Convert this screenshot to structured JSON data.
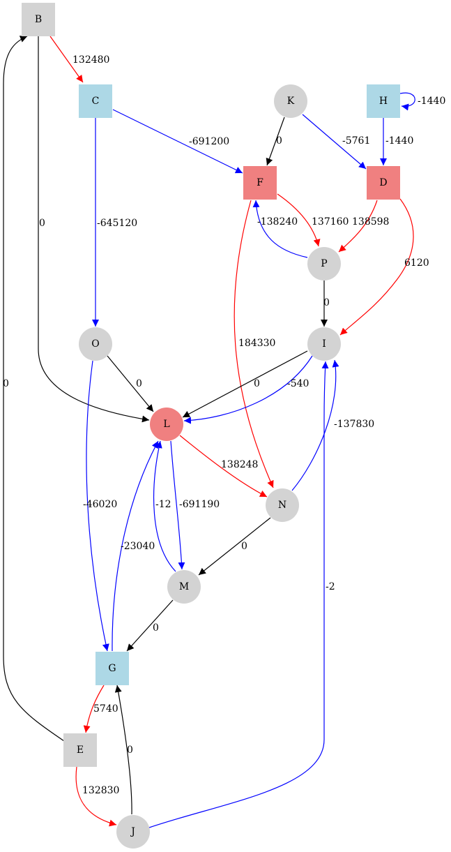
{
  "colors": {
    "gray": "#d3d3d3",
    "lightblue": "#add8e6",
    "lightcoral": "#f08080",
    "black": "#000000",
    "red": "#ff0000",
    "blue": "#0000ff"
  },
  "nodes": [
    {
      "id": "B",
      "label": "B",
      "shape": "box",
      "fill": "gray"
    },
    {
      "id": "C",
      "label": "C",
      "shape": "box",
      "fill": "lightblue"
    },
    {
      "id": "K",
      "label": "K",
      "shape": "circle",
      "fill": "gray"
    },
    {
      "id": "H",
      "label": "H",
      "shape": "box",
      "fill": "lightblue"
    },
    {
      "id": "F",
      "label": "F",
      "shape": "box",
      "fill": "lightcoral"
    },
    {
      "id": "D",
      "label": "D",
      "shape": "box",
      "fill": "lightcoral"
    },
    {
      "id": "P",
      "label": "P",
      "shape": "circle",
      "fill": "gray"
    },
    {
      "id": "O",
      "label": "O",
      "shape": "circle",
      "fill": "gray"
    },
    {
      "id": "I",
      "label": "I",
      "shape": "circle",
      "fill": "gray"
    },
    {
      "id": "L",
      "label": "L",
      "shape": "circle",
      "fill": "lightcoral"
    },
    {
      "id": "N",
      "label": "N",
      "shape": "circle",
      "fill": "gray"
    },
    {
      "id": "M",
      "label": "M",
      "shape": "circle",
      "fill": "gray"
    },
    {
      "id": "G",
      "label": "G",
      "shape": "box",
      "fill": "lightblue"
    },
    {
      "id": "E",
      "label": "E",
      "shape": "box",
      "fill": "gray"
    },
    {
      "id": "J",
      "label": "J",
      "shape": "circle",
      "fill": "gray"
    }
  ],
  "edges": [
    {
      "id": "B-C",
      "from": "B",
      "to": "C",
      "label": "132480",
      "color": "red"
    },
    {
      "id": "B-L",
      "from": "B",
      "to": "L",
      "label": "0",
      "color": "black"
    },
    {
      "id": "C-F",
      "from": "C",
      "to": "F",
      "label": "-691200",
      "color": "blue"
    },
    {
      "id": "C-O",
      "from": "C",
      "to": "O",
      "label": "-645120",
      "color": "blue"
    },
    {
      "id": "K-F",
      "from": "K",
      "to": "F",
      "label": "0",
      "color": "black"
    },
    {
      "id": "K-D",
      "from": "K",
      "to": "D",
      "label": "-5761",
      "color": "blue"
    },
    {
      "id": "H-H",
      "from": "H",
      "to": "H",
      "label": "-1440",
      "color": "blue"
    },
    {
      "id": "H-D",
      "from": "H",
      "to": "D",
      "label": "-1440",
      "color": "blue"
    },
    {
      "id": "F-P",
      "from": "F",
      "to": "P",
      "label": "137160",
      "color": "red"
    },
    {
      "id": "P-F",
      "from": "P",
      "to": "F",
      "label": "-138240",
      "color": "blue"
    },
    {
      "id": "D-P",
      "from": "D",
      "to": "P",
      "label": "138598",
      "color": "red"
    },
    {
      "id": "D-I",
      "from": "D",
      "to": "I",
      "label": "6120",
      "color": "red"
    },
    {
      "id": "F-N",
      "from": "F",
      "to": "N",
      "label": "184330",
      "color": "red"
    },
    {
      "id": "P-I",
      "from": "P",
      "to": "I",
      "label": "0",
      "color": "black"
    },
    {
      "id": "O-L",
      "from": "O",
      "to": "L",
      "label": "0",
      "color": "black"
    },
    {
      "id": "O-G",
      "from": "O",
      "to": "G",
      "label": "-46020",
      "color": "blue"
    },
    {
      "id": "I-L-black",
      "from": "I",
      "to": "L",
      "label": "0",
      "color": "black"
    },
    {
      "id": "I-L-blue",
      "from": "I",
      "to": "L",
      "label": "-540",
      "color": "blue"
    },
    {
      "id": "L-N",
      "from": "L",
      "to": "N",
      "label": "138248",
      "color": "red"
    },
    {
      "id": "N-I",
      "from": "N",
      "to": "I",
      "label": "-137830",
      "color": "blue"
    },
    {
      "id": "L-M",
      "from": "L",
      "to": "M",
      "label": "-691190",
      "color": "blue"
    },
    {
      "id": "M-L",
      "from": "M",
      "to": "L",
      "label": "-12",
      "color": "blue"
    },
    {
      "id": "G-L",
      "from": "G",
      "to": "L",
      "label": "-23040",
      "color": "blue"
    },
    {
      "id": "N-M",
      "from": "N",
      "to": "M",
      "label": "0",
      "color": "black"
    },
    {
      "id": "M-G",
      "from": "M",
      "to": "G",
      "label": "0",
      "color": "black"
    },
    {
      "id": "G-E",
      "from": "G",
      "to": "E",
      "label": "5740",
      "color": "red"
    },
    {
      "id": "E-B",
      "from": "E",
      "to": "B",
      "label": "0",
      "color": "black"
    },
    {
      "id": "E-J",
      "from": "E",
      "to": "J",
      "label": "132830",
      "color": "red"
    },
    {
      "id": "J-G",
      "from": "J",
      "to": "G",
      "label": "0",
      "color": "black"
    },
    {
      "id": "J-I",
      "from": "J",
      "to": "I",
      "label": "-2",
      "color": "blue"
    }
  ]
}
